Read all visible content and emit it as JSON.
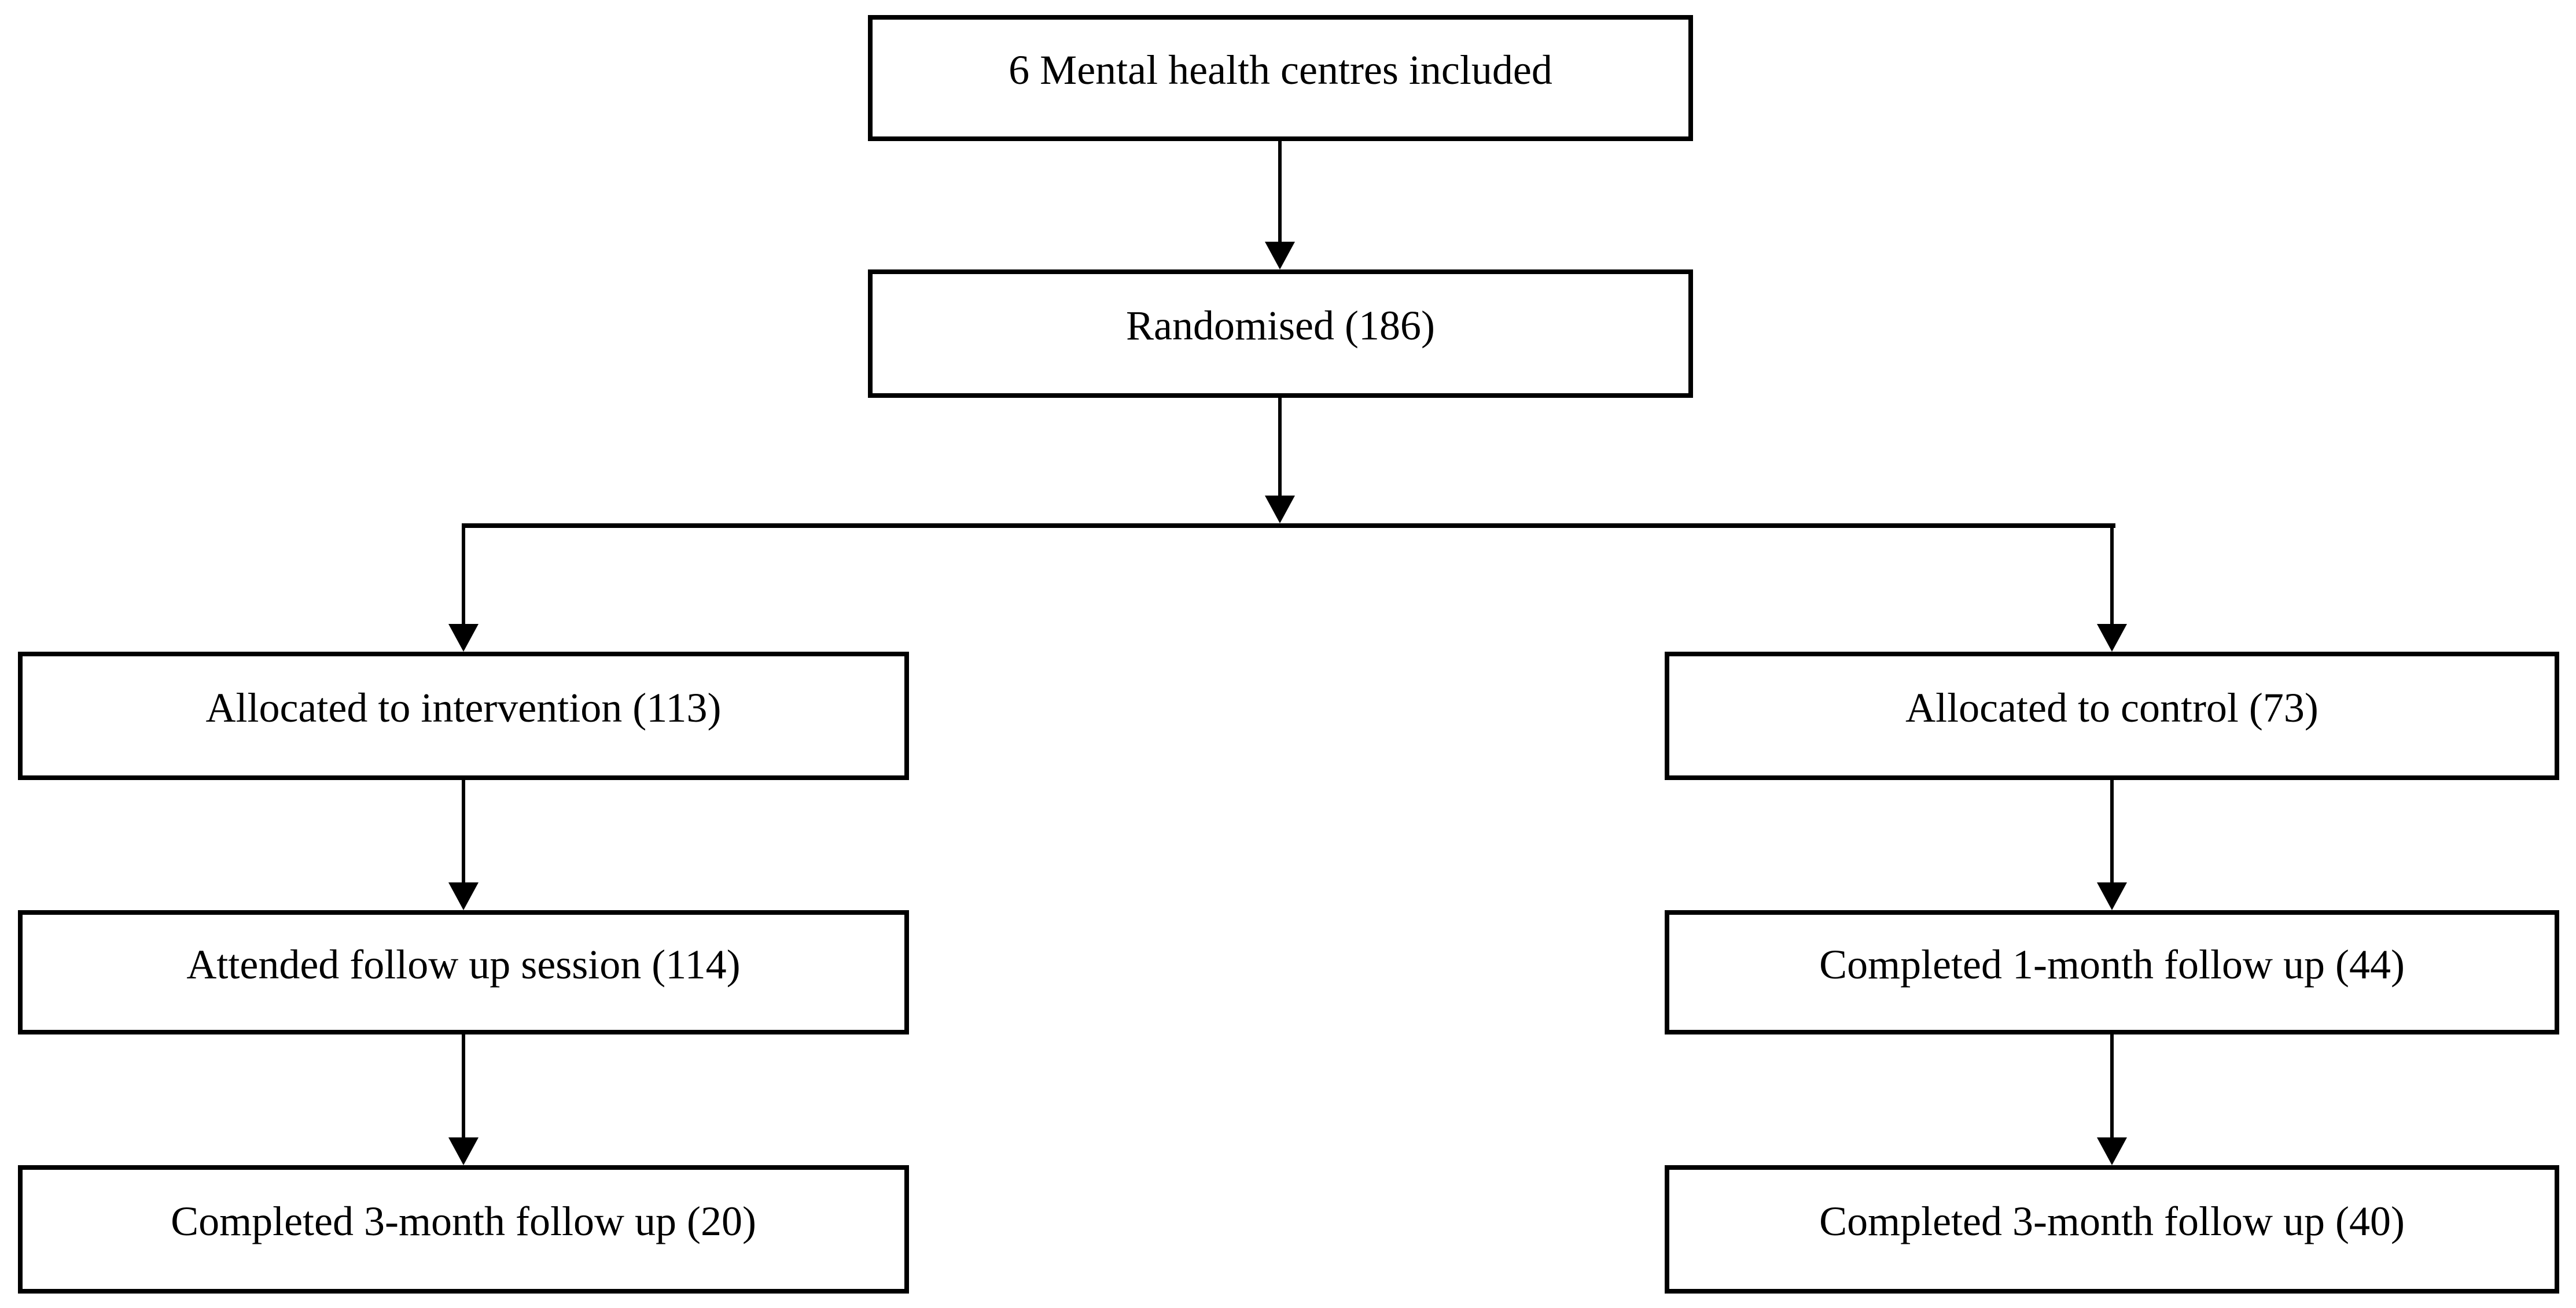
{
  "diagram": {
    "background": "#ffffff",
    "box_fill": "#ffffff",
    "box_border_color": "#000000",
    "line_color": "#000000",
    "nodes": {
      "centres": "6 Mental health centres included",
      "randomised": "Randomised (186)",
      "allocated_intervention": "Allocated to intervention (113)",
      "attended_followup": "Attended follow up session (114)",
      "intervention_3month": "Completed 3-month follow up (20)",
      "allocated_control": "Allocated to control (73)",
      "control_1month": "Completed 1-month follow up (44)",
      "control_3month": "Completed 3-month follow up (40)"
    },
    "edges": [
      {
        "from": "centres",
        "to": "randomised"
      },
      {
        "from": "randomised",
        "to": "allocated_intervention"
      },
      {
        "from": "randomised",
        "to": "allocated_control"
      },
      {
        "from": "allocated_intervention",
        "to": "attended_followup"
      },
      {
        "from": "attended_followup",
        "to": "intervention_3month"
      },
      {
        "from": "allocated_control",
        "to": "control_1month"
      },
      {
        "from": "control_1month",
        "to": "control_3month"
      }
    ]
  }
}
